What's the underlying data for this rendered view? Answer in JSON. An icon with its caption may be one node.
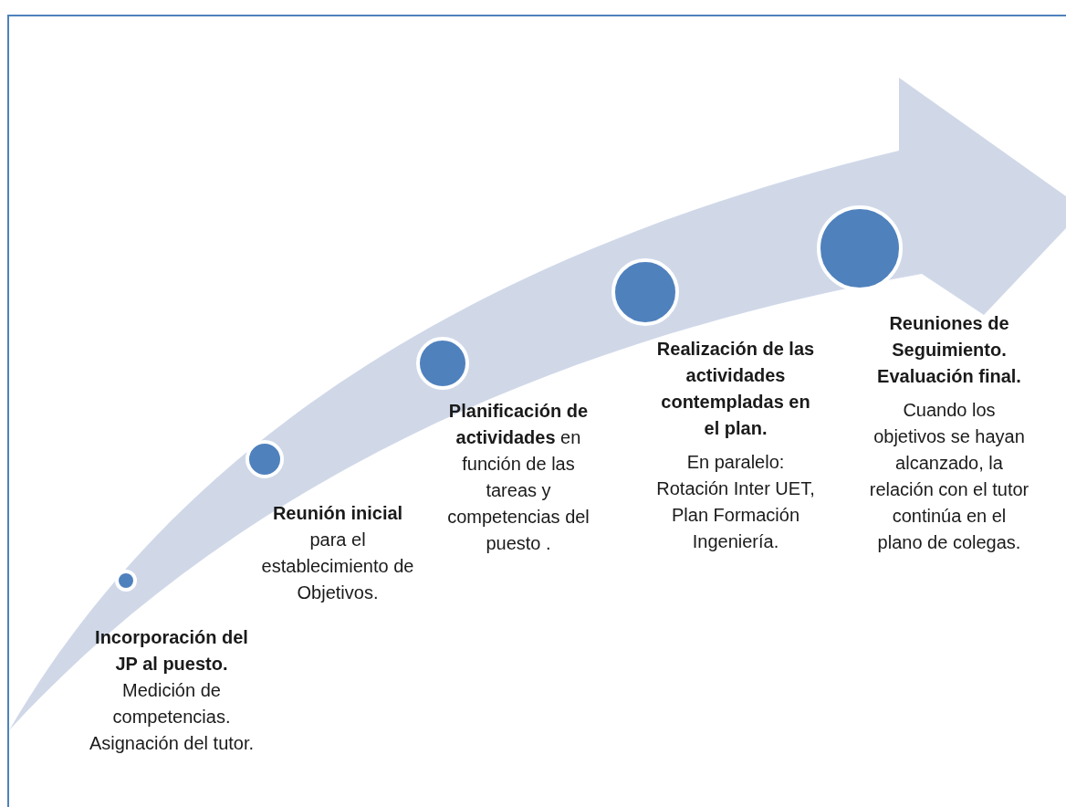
{
  "diagram": {
    "nodes": [
      {
        "text": [],
        "shape": "circle",
        "beside": [
          "**Incorporación del JP al puesto.** Medición de competencias. Asignación del tutor."
        ]
      },
      {
        "text": [],
        "shape": "circle",
        "beside": [
          "**Reunión inicial** para el establecimiento de Objetivos."
        ]
      },
      {
        "text": [],
        "shape": "circle",
        "beside": [
          "**Planificación de actividades** en función de las tareas y competencias del puesto ."
        ]
      },
      {
        "text": [],
        "shape": "circle",
        "beside": [
          "Realización de las actividades contempladas en el plan.",
          "En paralelo: Rotación Inter UET, Plan Formación Ingeniería."
        ]
      },
      {
        "text": [],
        "shape": "circle",
        "beside": [
          "Reuniones de Seguimiento. Evaluación final.",
          "Cuando los objetivos se hayan alcanzado, la relación con el tutor continúa en el plano de colegas."
        ]
      }
    ]
  }
}
